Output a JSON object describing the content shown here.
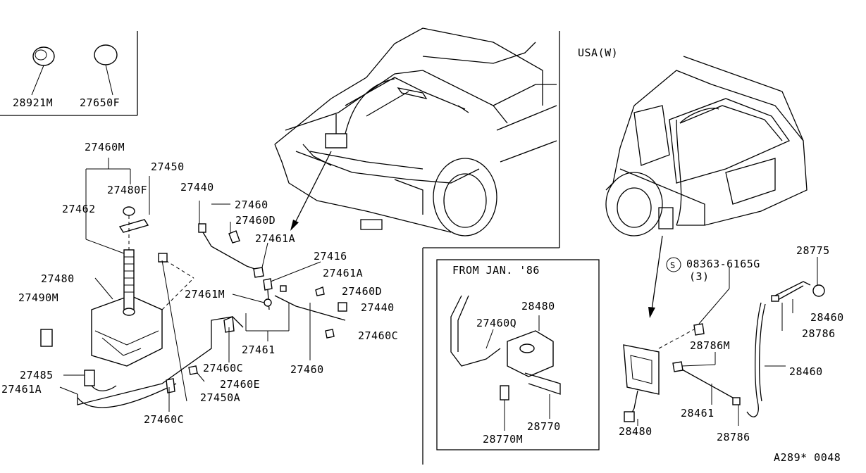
{
  "top_inset": {
    "labels": [
      "28921M",
      "27650F"
    ]
  },
  "front_assembly": {
    "labels": [
      "27460M",
      "27450",
      "27480F",
      "27440",
      "27462",
      "27460",
      "27460D",
      "27461A",
      "27416",
      "27461A",
      "27480",
      "27461M",
      "27460D",
      "27490M",
      "27440",
      "27460C",
      "27461",
      "27460C",
      "27460",
      "27485",
      "27460E",
      "27461A",
      "27450A",
      "27460C"
    ]
  },
  "inset_1986": {
    "title": "FROM JAN. '86",
    "labels": [
      "28480",
      "27460Q",
      "28770",
      "28770M"
    ]
  },
  "rear_assembly": {
    "title": "USA(W)",
    "screw_symbol": "S",
    "screw_part": "08363-6165G",
    "screw_qty": "(3)",
    "labels": [
      "28775",
      "28460",
      "28786",
      "28786M",
      "28460",
      "28461",
      "28480",
      "28786"
    ]
  },
  "footer": {
    "code": "A289* 0048"
  }
}
